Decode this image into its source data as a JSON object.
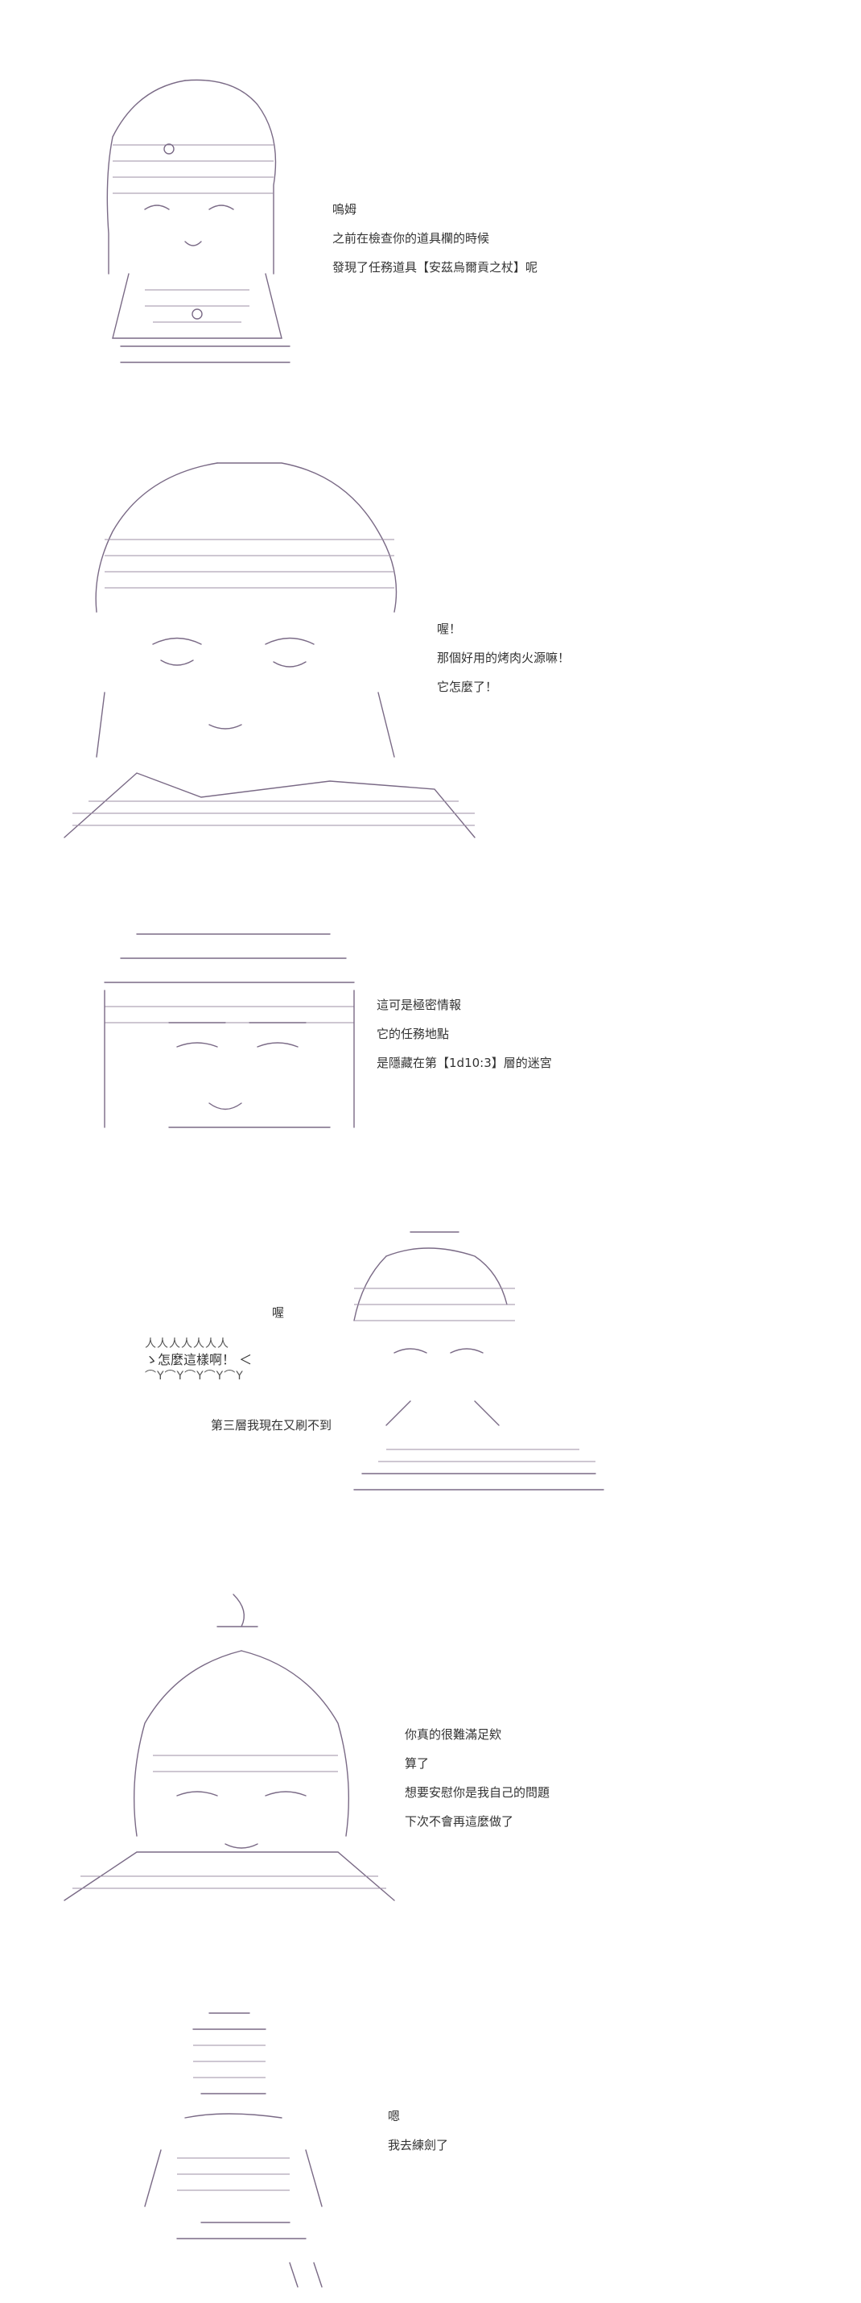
{
  "panels": [
    {
      "lines": [
        "嗚姆",
        "之前在檢查你的道具欄的時候",
        "發現了任務道具【安茲烏爾貢之杖】呢"
      ]
    },
    {
      "lines": [
        "喔！",
        "那個好用的烤肉火源嘛！",
        "",
        "它怎麼了！"
      ]
    },
    {
      "lines": [
        "這可是極密情報",
        "它的任務地點",
        "是隱藏在第【1d10:3】層的迷宮"
      ]
    },
    {
      "lines": [
        "喔"
      ],
      "shout": "ゝ怎麼這樣啊！ ＜",
      "extra": "第三層我現在又刷不到"
    },
    {
      "lines": [
        "你真的很難滿足欸",
        "算了",
        "",
        "想要安慰你是我自己的問題",
        "下次不會再這麼做了"
      ]
    },
    {
      "lines": [
        "嗯",
        "我去練劍了"
      ]
    }
  ]
}
